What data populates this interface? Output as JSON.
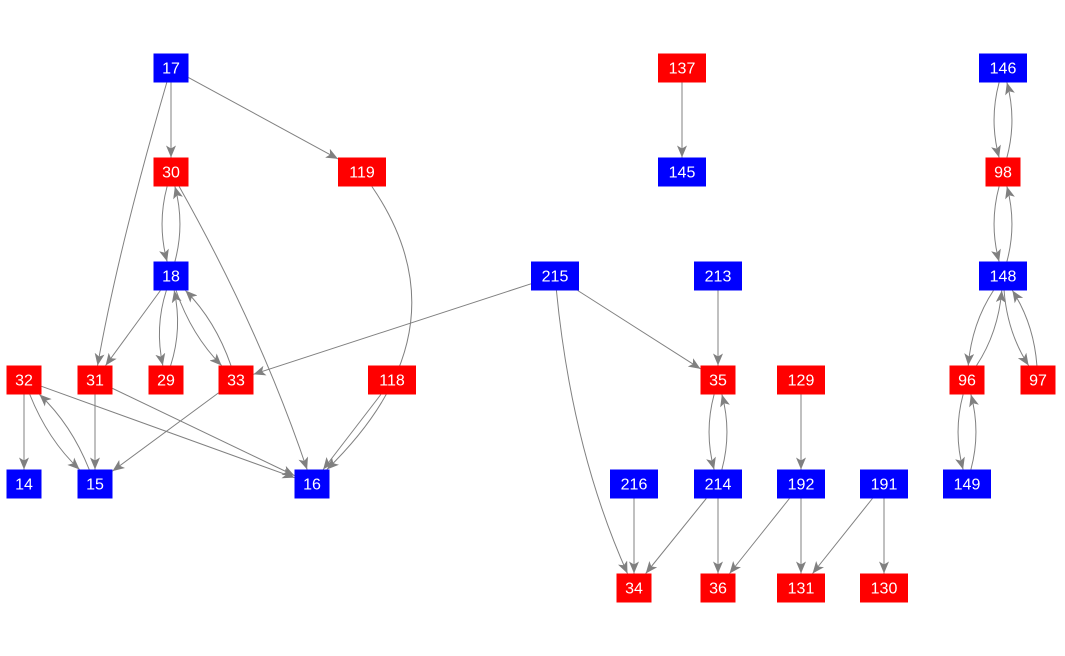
{
  "colors": {
    "blue": "#0000ff",
    "red": "#ff0000",
    "edge": "#808080"
  },
  "nodes": [
    {
      "id": "17",
      "color": "blue"
    },
    {
      "id": "137",
      "color": "red"
    },
    {
      "id": "146",
      "color": "blue"
    },
    {
      "id": "30",
      "color": "red"
    },
    {
      "id": "119",
      "color": "red"
    },
    {
      "id": "145",
      "color": "blue"
    },
    {
      "id": "98",
      "color": "red"
    },
    {
      "id": "18",
      "color": "blue"
    },
    {
      "id": "215",
      "color": "blue"
    },
    {
      "id": "213",
      "color": "blue"
    },
    {
      "id": "148",
      "color": "blue"
    },
    {
      "id": "32",
      "color": "red"
    },
    {
      "id": "31",
      "color": "red"
    },
    {
      "id": "29",
      "color": "red"
    },
    {
      "id": "33",
      "color": "red"
    },
    {
      "id": "118",
      "color": "red"
    },
    {
      "id": "35",
      "color": "red"
    },
    {
      "id": "129",
      "color": "red"
    },
    {
      "id": "96",
      "color": "red"
    },
    {
      "id": "97",
      "color": "red"
    },
    {
      "id": "14",
      "color": "blue"
    },
    {
      "id": "15",
      "color": "blue"
    },
    {
      "id": "16",
      "color": "blue"
    },
    {
      "id": "216",
      "color": "blue"
    },
    {
      "id": "214",
      "color": "blue"
    },
    {
      "id": "192",
      "color": "blue"
    },
    {
      "id": "191",
      "color": "blue"
    },
    {
      "id": "149",
      "color": "blue"
    },
    {
      "id": "34",
      "color": "red"
    },
    {
      "id": "36",
      "color": "red"
    },
    {
      "id": "131",
      "color": "red"
    },
    {
      "id": "130",
      "color": "red"
    }
  ],
  "edges": [
    [
      "17",
      "30"
    ],
    [
      "17",
      "119"
    ],
    [
      "17",
      "31"
    ],
    [
      "137",
      "145"
    ],
    [
      "146",
      "98"
    ],
    [
      "98",
      "146"
    ],
    [
      "30",
      "18"
    ],
    [
      "18",
      "30"
    ],
    [
      "30",
      "16"
    ],
    [
      "119",
      "16"
    ],
    [
      "18",
      "31"
    ],
    [
      "18",
      "29"
    ],
    [
      "29",
      "18"
    ],
    [
      "18",
      "33"
    ],
    [
      "33",
      "18"
    ],
    [
      "215",
      "33"
    ],
    [
      "215",
      "35"
    ],
    [
      "215",
      "34"
    ],
    [
      "213",
      "35"
    ],
    [
      "35",
      "214"
    ],
    [
      "214",
      "35"
    ],
    [
      "129",
      "192"
    ],
    [
      "32",
      "14"
    ],
    [
      "32",
      "15"
    ],
    [
      "15",
      "32"
    ],
    [
      "32",
      "16"
    ],
    [
      "31",
      "15"
    ],
    [
      "31",
      "16"
    ],
    [
      "33",
      "15"
    ],
    [
      "118",
      "16"
    ],
    [
      "216",
      "34"
    ],
    [
      "214",
      "34"
    ],
    [
      "214",
      "36"
    ],
    [
      "192",
      "36"
    ],
    [
      "192",
      "131"
    ],
    [
      "191",
      "131"
    ],
    [
      "191",
      "130"
    ],
    [
      "98",
      "148"
    ],
    [
      "148",
      "98"
    ],
    [
      "148",
      "96"
    ],
    [
      "96",
      "148"
    ],
    [
      "148",
      "97"
    ],
    [
      "97",
      "148"
    ],
    [
      "96",
      "149"
    ],
    [
      "149",
      "96"
    ]
  ]
}
